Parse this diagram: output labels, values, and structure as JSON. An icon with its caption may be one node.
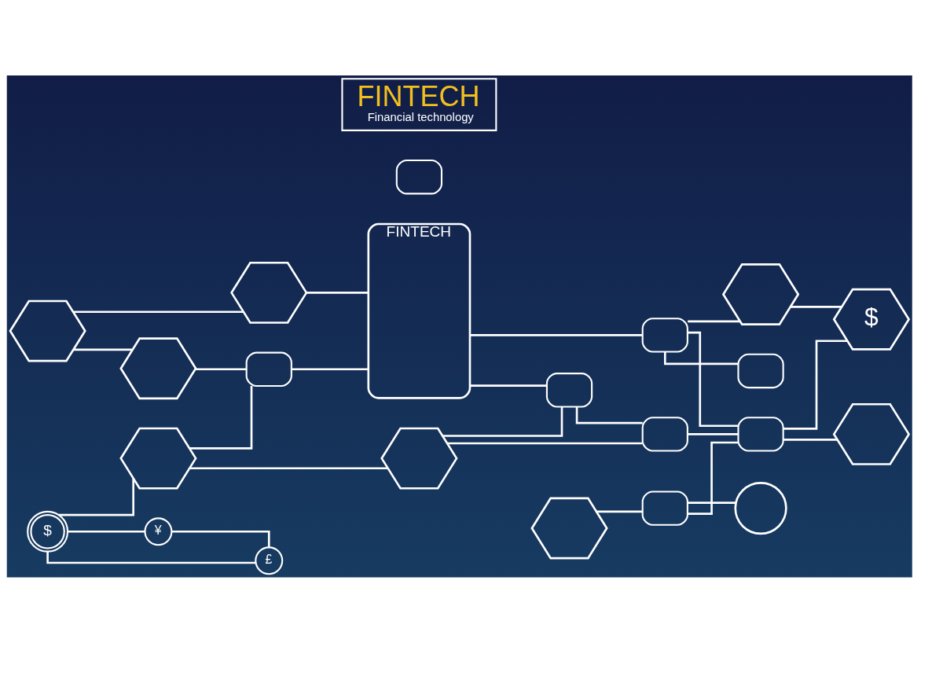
{
  "diagram": {
    "nodes": [
      {
        "text": [
          "FINTECH",
          "Financial technology"
        ]
      },
      {
        "text": [],
        "shape": "box"
      },
      {
        "text": [
          "FINTECH"
        ]
      },
      {
        "text": [],
        "shape": "hexagon"
      },
      {
        "text": [],
        "shape": "hexagon"
      },
      {
        "text": [],
        "shape": "hexagon"
      },
      {
        "text": [],
        "shape": "box"
      },
      {
        "text": [],
        "shape": "box"
      },
      {
        "text": [],
        "shape": "hexagon"
      },
      {
        "text": [],
        "shape": "box"
      },
      {
        "text": [
          "$"
        ]
      },
      {
        "text": [],
        "shape": "box"
      },
      {
        "text": [],
        "shape": "hexagon"
      },
      {
        "text": [],
        "shape": "box"
      },
      {
        "text": [
          "$"
        ]
      },
      {
        "text": [
          "¥"
        ]
      },
      {
        "text": [
          "£"
        ]
      },
      {
        "text": [],
        "shape": "hexagon"
      },
      {
        "text": [],
        "shape": "box"
      },
      {
        "text": [],
        "shape": "hexagon"
      },
      {
        "text": [],
        "shape": "hexagon"
      },
      {
        "text": [],
        "shape": "box"
      },
      {
        "text": [],
        "shape": "circle"
      }
    ],
    "edges": [
      {
        "from": 4,
        "to": 3,
        "arrow": "none"
      },
      {
        "from": 4,
        "to": 5,
        "arrow": "none"
      },
      {
        "from": 3,
        "to": 2,
        "arrow": "none"
      },
      {
        "from": 6,
        "to": 2,
        "arrow": "none"
      },
      {
        "from": 5,
        "to": 6,
        "arrow": "none"
      },
      {
        "from": 12,
        "to": 6,
        "arrow": "none"
      },
      {
        "from": 14,
        "to": 12,
        "arrow": "none"
      },
      {
        "from": 14,
        "to": 15,
        "arrow": "none"
      },
      {
        "from": 15,
        "to": 16,
        "arrow": "none"
      },
      {
        "from": 14,
        "to": 16,
        "arrow": "none"
      },
      {
        "from": 12,
        "to": 20,
        "arrow": "none"
      },
      {
        "from": 20,
        "to": 21,
        "arrow": "none"
      },
      {
        "from": 20,
        "to": 13,
        "arrow": "none"
      },
      {
        "from": 2,
        "to": 13,
        "arrow": "none"
      },
      {
        "from": 13,
        "to": 21,
        "arrow": "none"
      },
      {
        "from": 21,
        "to": 11,
        "arrow": "none"
      },
      {
        "from": 2,
        "to": 7,
        "arrow": "none"
      },
      {
        "from": 7,
        "to": 8,
        "arrow": "none"
      },
      {
        "from": 7,
        "to": 9,
        "arrow": "none"
      },
      {
        "from": 7,
        "to": 11,
        "arrow": "none"
      },
      {
        "from": 8,
        "to": 10,
        "arrow": "none"
      },
      {
        "from": 11,
        "to": 10,
        "arrow": "none"
      },
      {
        "from": 11,
        "to": 19,
        "arrow": "none"
      },
      {
        "from": 18,
        "to": 11,
        "arrow": "none"
      },
      {
        "from": 17,
        "to": 18,
        "arrow": "none"
      },
      {
        "from": 18,
        "to": 22,
        "arrow": "none"
      }
    ]
  }
}
